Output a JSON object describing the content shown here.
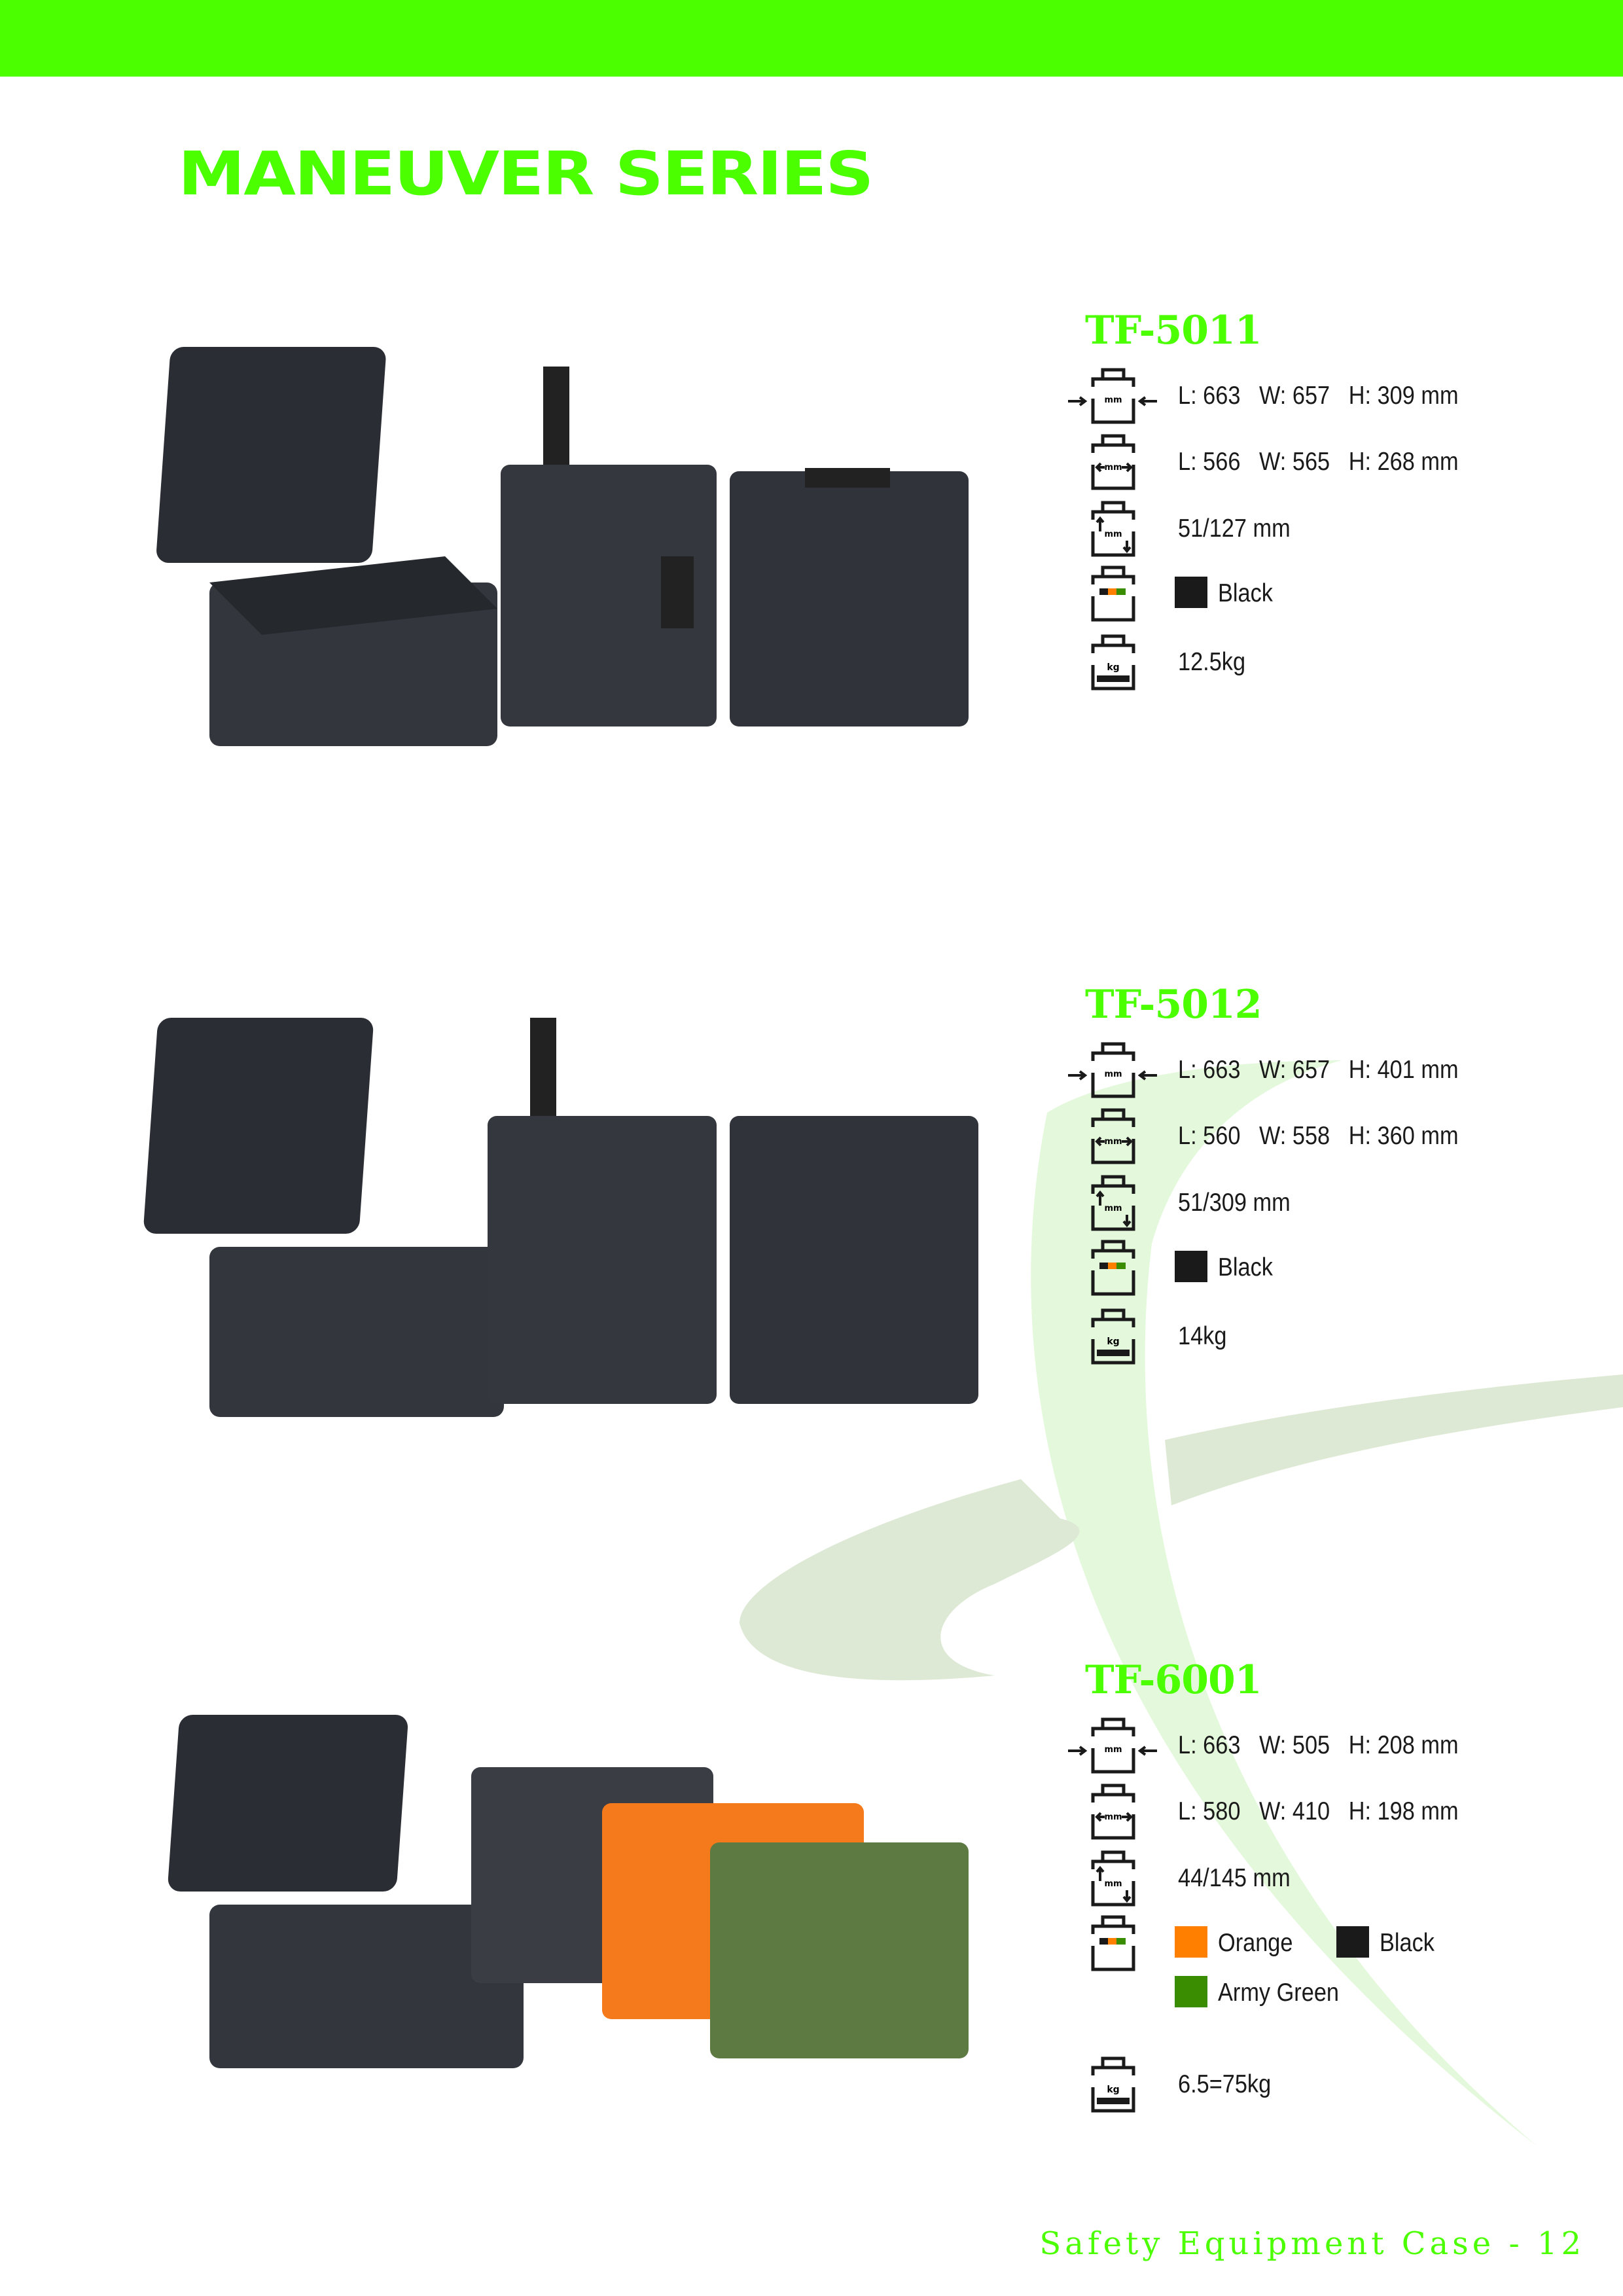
{
  "header": {
    "series_title": "MANEUVER SERIES"
  },
  "brand_color": "#4cff00",
  "products": [
    {
      "model": "TF-5011",
      "outer": "L: 663   W: 657   H: 309 mm",
      "inner": "L: 566   W: 565   H: 268 mm",
      "depth": "51/127 mm",
      "colors": [
        {
          "name": "Black",
          "hex": "#1a1a1a"
        }
      ],
      "weight": "12.5kg"
    },
    {
      "model": "TF-5012",
      "outer": "L: 663   W: 657   H: 401 mm",
      "inner": "L: 560   W: 558   H: 360 mm",
      "depth": "51/309 mm",
      "colors": [
        {
          "name": "Black",
          "hex": "#1a1a1a"
        }
      ],
      "weight": "14kg"
    },
    {
      "model": "TF-6001",
      "outer": "L: 663   W: 505   H: 208 mm",
      "inner": "L: 580   W: 410   H: 198 mm",
      "depth": "44/145 mm",
      "colors": [
        {
          "name": "Orange",
          "hex": "#ff8000"
        },
        {
          "name": "Black",
          "hex": "#1a1a1a"
        },
        {
          "name": "Army Green",
          "hex": "#3a8c00"
        }
      ],
      "weight": "6.5=75kg"
    }
  ],
  "icon_labels": {
    "mm": "mm",
    "kg": "kg"
  },
  "footer": {
    "text": "Safety Equipment Case - 12"
  }
}
